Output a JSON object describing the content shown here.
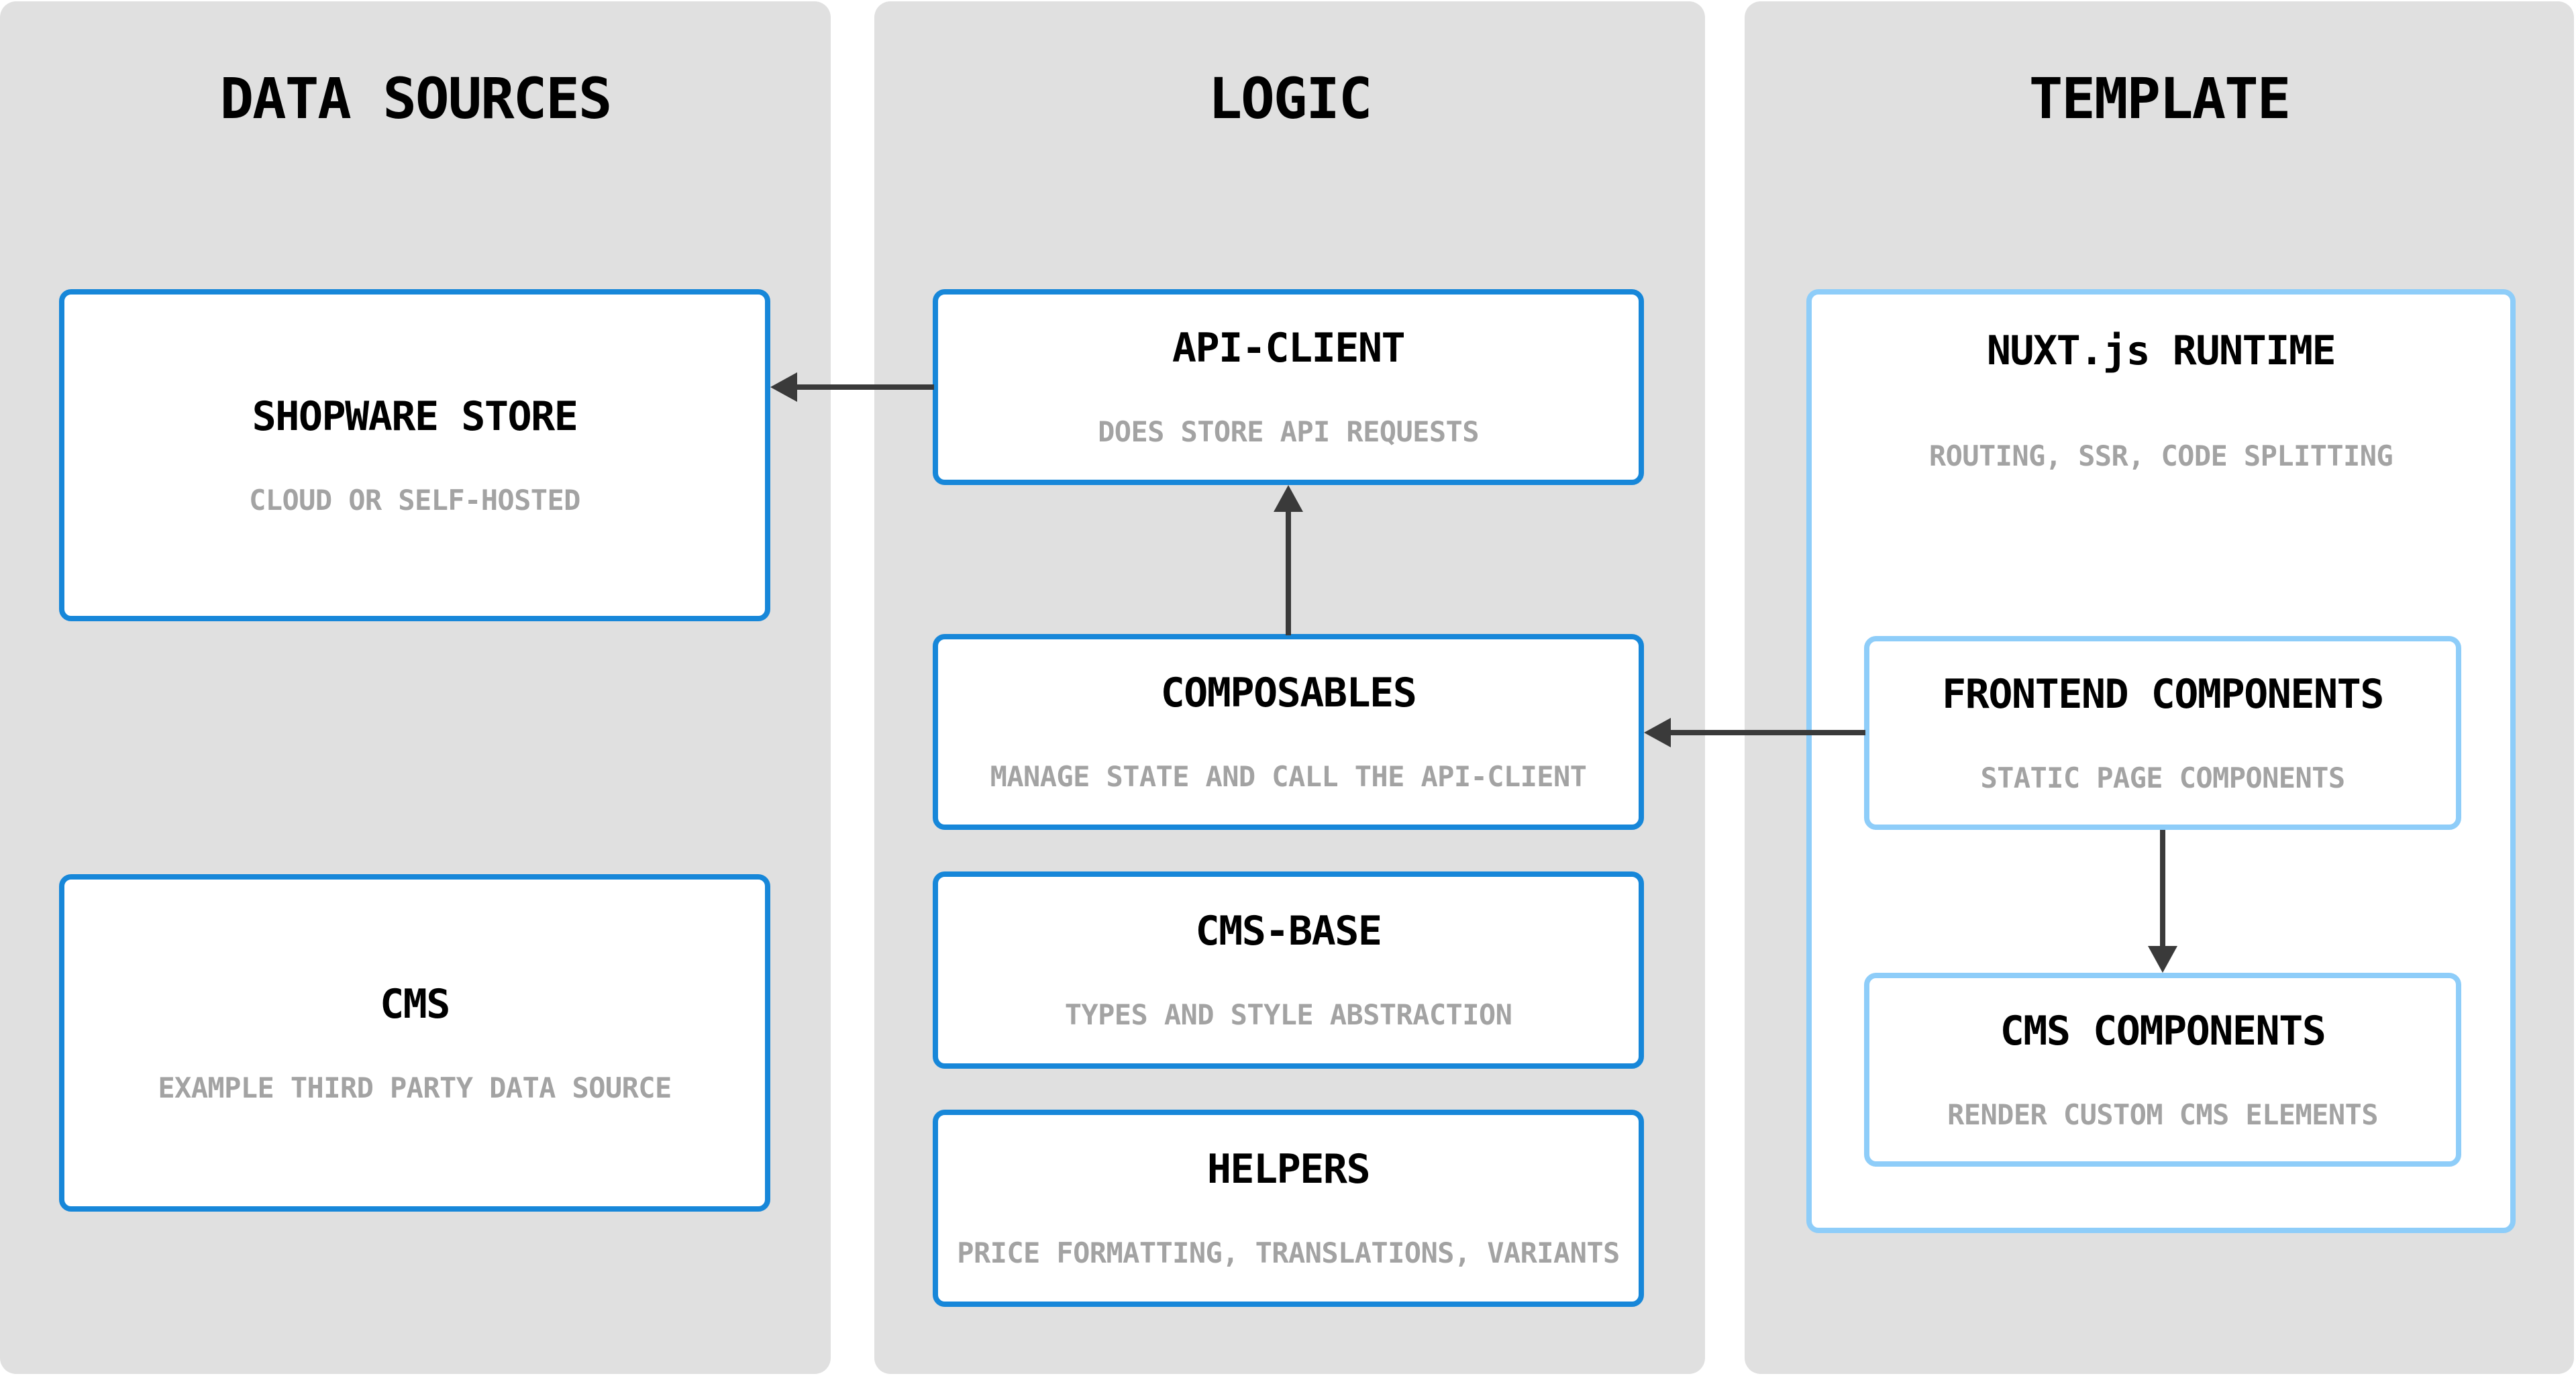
{
  "columns": [
    {
      "title": "DATA SOURCES",
      "boxes": [
        {
          "title": "SHOPWARE STORE",
          "subtitle": "CLOUD OR SELF-HOSTED"
        },
        {
          "title": "CMS",
          "subtitle": "EXAMPLE THIRD PARTY DATA SOURCE"
        }
      ]
    },
    {
      "title": "LOGIC",
      "boxes": [
        {
          "title": "API-CLIENT",
          "subtitle": "DOES STORE API REQUESTS"
        },
        {
          "title": "COMPOSABLES",
          "subtitle": "MANAGE STATE AND CALL THE API-CLIENT"
        },
        {
          "title": "CMS-BASE",
          "subtitle": "TYPES AND STYLE ABSTRACTION"
        },
        {
          "title": "HELPERS",
          "subtitle": "PRICE FORMATTING, TRANSLATIONS, VARIANTS"
        }
      ]
    },
    {
      "title": "TEMPLATE",
      "boxes": [
        {
          "title": "NUXT.js RUNTIME",
          "subtitle": "ROUTING, SSR, CODE SPLITTING"
        },
        {
          "title": "FRONTEND COMPONENTS",
          "subtitle": "STATIC PAGE COMPONENTS"
        },
        {
          "title": "CMS COMPONENTS",
          "subtitle": "RENDER CUSTOM CMS ELEMENTS"
        }
      ]
    }
  ],
  "arrows": [
    {
      "name": "api-client-to-shopware-store",
      "direction": "left"
    },
    {
      "name": "composables-to-api-client",
      "direction": "up"
    },
    {
      "name": "frontend-components-to-composables",
      "direction": "left"
    },
    {
      "name": "frontend-components-to-cms-components",
      "direction": "down"
    }
  ],
  "colors": {
    "box_border_strong": "#1787d9",
    "box_border_light": "#8ecdf9",
    "column_background": "#e0e0e0",
    "subtitle_text": "#a3a3a3",
    "arrow": "#3a3a3a",
    "title_text": "#000000",
    "box_background": "#ffffff"
  }
}
